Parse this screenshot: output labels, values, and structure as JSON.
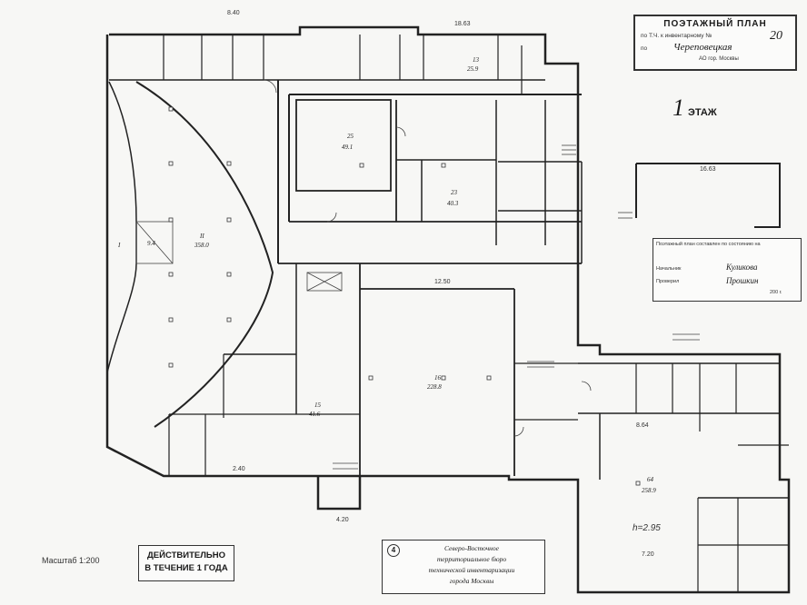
{
  "title_stamp": {
    "title": "ПОЭТАЖНЫЙ ПЛАН",
    "row1": "по Т.Ч. к инвентарному №",
    "number": "20",
    "row2": "по",
    "handwritten": "Череповецкая",
    "sub": "АО гор. Москвы"
  },
  "floor": {
    "number": "1",
    "label": "ЭТАЖ"
  },
  "compiled_stamp": {
    "heading": "Поэтажный план составлен по состоянию на",
    "row_checked": "Поэтажный план",
    "row_head": "Начальник",
    "row_verified": "Проверил",
    "sig1": "Куликова",
    "sig2": "Прошкин",
    "year": "200 г."
  },
  "scale": "Масштаб 1:200",
  "validity": {
    "line1": "ДЕЙСТВИТЕЛЬНО",
    "line2": "В ТЕЧЕНИЕ 1 ГОДА"
  },
  "bureau": {
    "circle": "4",
    "line1": "Северо-Восточное",
    "line2": "территориальное бюро",
    "line3": "технической инвентаризации",
    "line4": "города Москвы"
  },
  "dims": {
    "top_overall": "18.63",
    "top_left": "8.40",
    "right_wing": "16.63",
    "hall_h": "12.50",
    "lower_right": "8.64",
    "bottom_a": "4.20",
    "bottom_b": "2.40",
    "right_b": "7.20",
    "h_height": "h=2.95"
  },
  "rooms": {
    "hall": {
      "n": "II",
      "a": "358.0"
    },
    "atrium": {
      "n": "I",
      "a": "9.4"
    },
    "big": {
      "n": "16",
      "a": "228.8"
    },
    "upper": {
      "n": "25",
      "a": "49.1"
    },
    "mid": {
      "n": "23",
      "a": "40.3"
    },
    "right": {
      "n": "64",
      "a": "258.9"
    },
    "left_low": {
      "n": "15",
      "a": "41.6"
    },
    "top_box": {
      "n": "13",
      "a": "25.9"
    }
  }
}
